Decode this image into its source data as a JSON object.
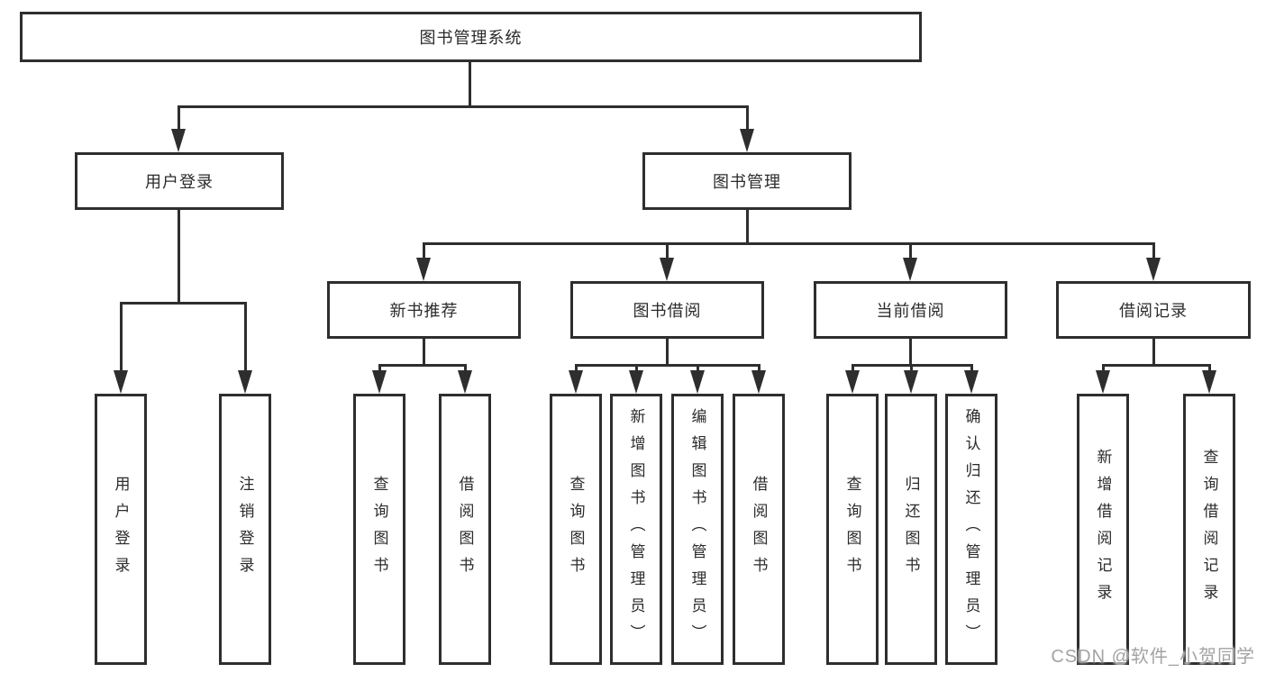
{
  "palette": {
    "line": "#2e2e2e",
    "text": "#2b2b2b",
    "box_bg": "#ffffff",
    "watermark_color": "#a3a3a3"
  },
  "watermark": {
    "text": "CSDN @软件_小贺同学"
  },
  "tree": {
    "label": "图书管理系统",
    "children": [
      {
        "label": "用户登录",
        "children": [
          {
            "label": "用户登录"
          },
          {
            "label": "注销登录"
          }
        ]
      },
      {
        "label": "图书管理",
        "children": [
          {
            "label": "新书推荐",
            "children": [
              {
                "label": "查询图书"
              },
              {
                "label": "借阅图书"
              }
            ]
          },
          {
            "label": "图书借阅",
            "children": [
              {
                "label": "查询图书"
              },
              {
                "label": "新增图书（管理员）"
              },
              {
                "label": "编辑图书（管理员）"
              },
              {
                "label": "借阅图书"
              }
            ]
          },
          {
            "label": "当前借阅",
            "children": [
              {
                "label": "查询图书"
              },
              {
                "label": "归还图书"
              },
              {
                "label": "确认归还（管理员）"
              }
            ]
          },
          {
            "label": "借阅记录",
            "children": [
              {
                "label": "新增借阅记录"
              },
              {
                "label": "查询借阅记录"
              }
            ]
          }
        ]
      }
    ]
  }
}
